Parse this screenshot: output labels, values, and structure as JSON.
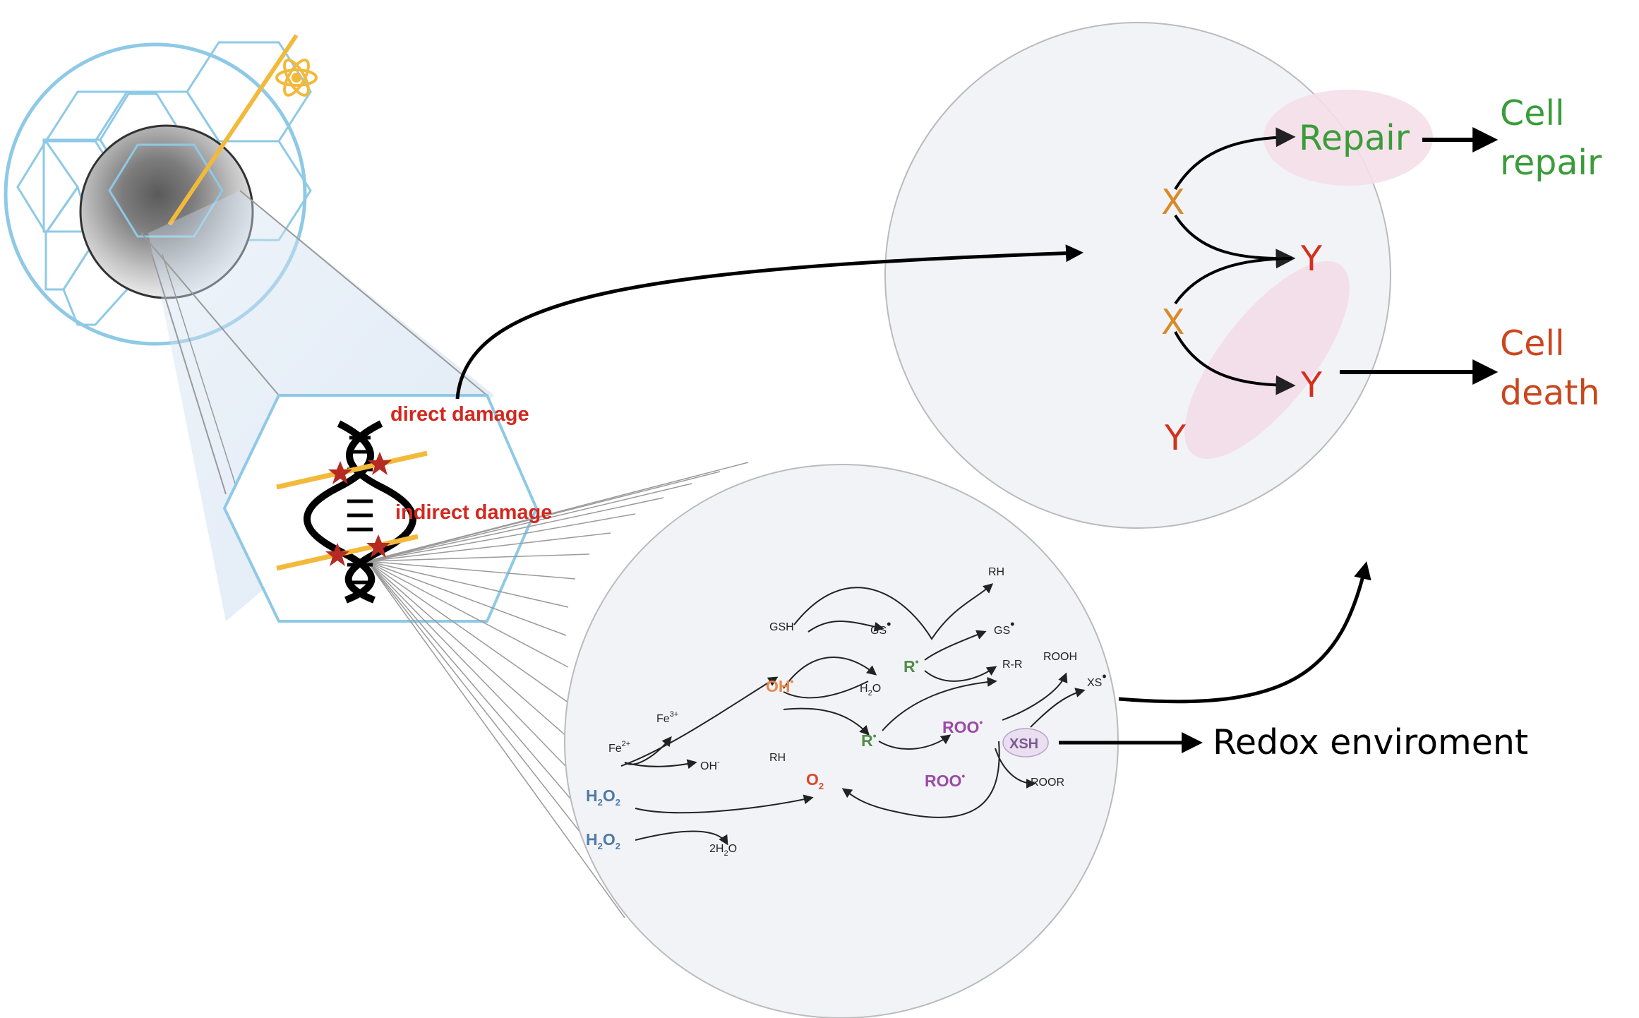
{
  "damage": {
    "direct": "direct damage",
    "indirect": "indirect damage"
  },
  "outcome": {
    "repair": "Repair",
    "cell_repair_line1": "Cell",
    "cell_repair_line2": "repair",
    "cell_death_line1": "Cell",
    "cell_death_line2": "death",
    "x_top": "X",
    "x_bottom": "X",
    "y_top": "Y",
    "y_middle": "Y",
    "y_bottom": "Y"
  },
  "redox": {
    "label": "Redox enviroment",
    "gsh": "GSH",
    "gs_1": "GS",
    "gs_2": "GS",
    "rh_top": "RH",
    "rh": "RH",
    "r_r": "R-R",
    "rooh": "ROOH",
    "xs": "XS",
    "oh": "OH",
    "h2o": "H",
    "r_upper": "R",
    "r_lower": "R",
    "roo_1": "ROO",
    "roo_2": "ROO",
    "xsh": "XSH",
    "roor": "ROOR",
    "fe2": "Fe",
    "fe3": "Fe",
    "oh_minus": "OH",
    "o2": "O",
    "h2o2_1": "H",
    "h2o2_2": "H",
    "two_h2o": "2H"
  },
  "colors": {
    "damage_red": "#d2281f",
    "green": "#3a9c3a",
    "orange_x": "#d98a2a",
    "red_y": "#d3301e",
    "cell_death": "#c9461f",
    "track_yellow": "#f2b93b",
    "hex_blue": "#8ec9e6",
    "oh_orange": "#e8894a",
    "o2_red": "#d9462a",
    "r_green": "#4f8f46",
    "roo_purple": "#9b4aa6",
    "h2o2_blue": "#4e7aa6"
  },
  "icons": {
    "atom": "atom-icon",
    "dna": "dna-helix-icon",
    "damage_star": "star-icon"
  }
}
